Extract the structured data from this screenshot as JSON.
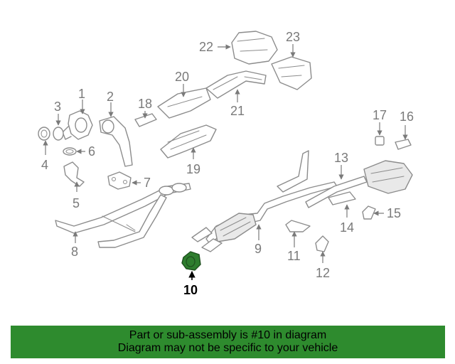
{
  "diagram": {
    "callouts": [
      {
        "id": "1",
        "label": "1"
      },
      {
        "id": "2",
        "label": "2"
      },
      {
        "id": "3",
        "label": "3"
      },
      {
        "id": "4",
        "label": "4"
      },
      {
        "id": "5",
        "label": "5"
      },
      {
        "id": "6",
        "label": "6"
      },
      {
        "id": "7",
        "label": "7"
      },
      {
        "id": "8",
        "label": "8"
      },
      {
        "id": "9",
        "label": "9"
      },
      {
        "id": "10",
        "label": "10",
        "highlighted": true
      },
      {
        "id": "11",
        "label": "11"
      },
      {
        "id": "12",
        "label": "12"
      },
      {
        "id": "13",
        "label": "13"
      },
      {
        "id": "14",
        "label": "14"
      },
      {
        "id": "15",
        "label": "15"
      },
      {
        "id": "16",
        "label": "16"
      },
      {
        "id": "17",
        "label": "17"
      },
      {
        "id": "18",
        "label": "18"
      },
      {
        "id": "19",
        "label": "19"
      },
      {
        "id": "20",
        "label": "20"
      },
      {
        "id": "21",
        "label": "21"
      },
      {
        "id": "22",
        "label": "22"
      },
      {
        "id": "23",
        "label": "23"
      }
    ],
    "highlight_color": "#2e7d2e"
  },
  "banner": {
    "line1": "Part or sub-assembly is #10 in diagram",
    "line2": "Diagram may not be specific to your vehicle",
    "background": "#2e8b2e"
  }
}
